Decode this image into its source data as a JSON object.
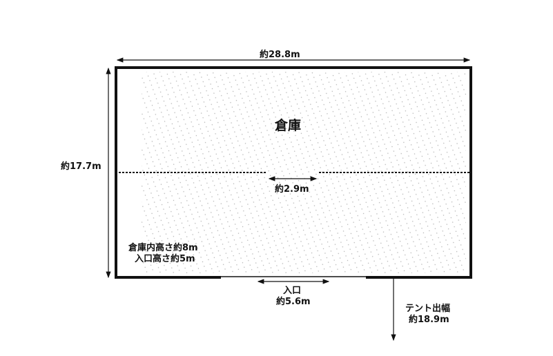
{
  "room_label": "倉庫",
  "width_label": "約28.8m",
  "depth_label": "約17.7m",
  "partition_gap_label": "約2.9m",
  "height_notes": [
    "倉庫内高さ約8m",
    "入口高さ約5m"
  ],
  "entrance": {
    "label": "入口",
    "width": "約5.6m"
  },
  "tent": {
    "label": "テント出幅",
    "length": "約18.9m"
  },
  "colors": {
    "line": "#111111",
    "fill_dots": "#b0b0b0"
  }
}
